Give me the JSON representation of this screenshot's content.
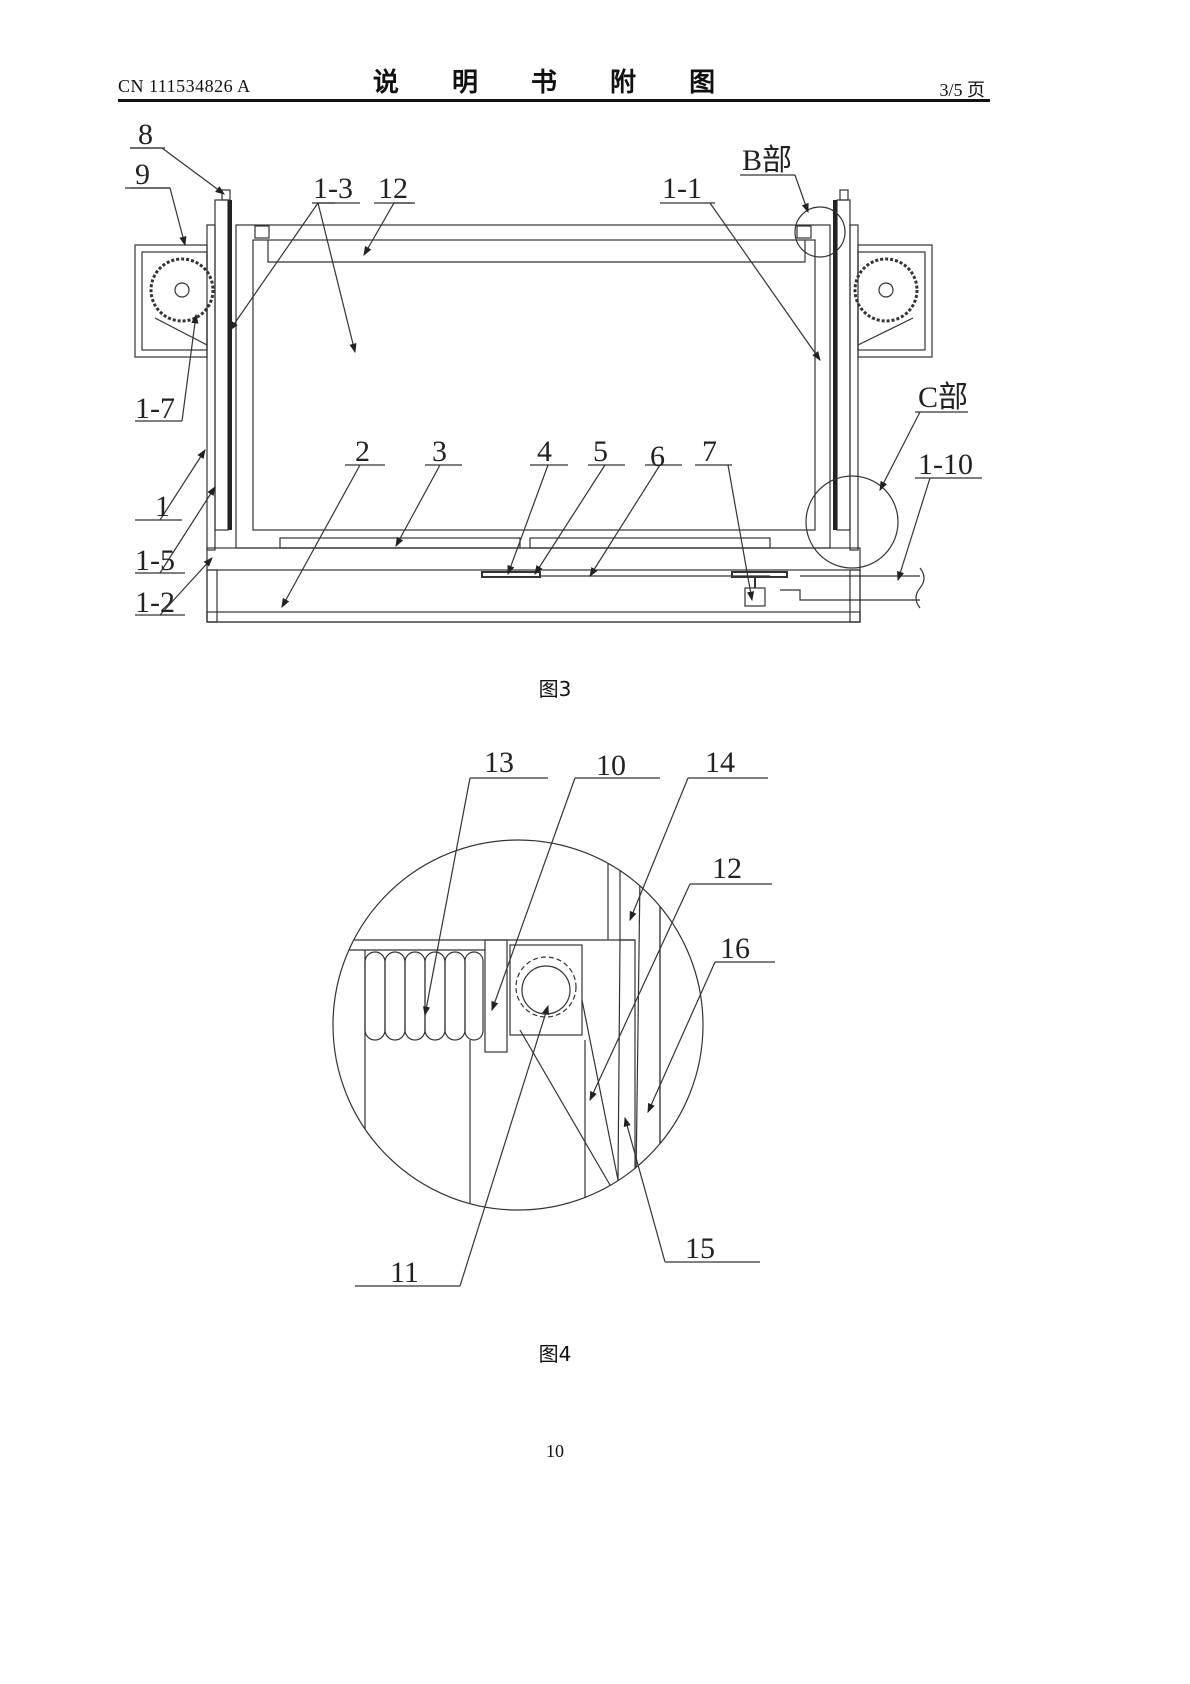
{
  "header": {
    "doc_number": "CN 111534826 A",
    "title": "说 明 书 附 图",
    "page": "3/5 页"
  },
  "figure3": {
    "caption": "图3",
    "labels": [
      "8",
      "9",
      "1-3",
      "12",
      "B部",
      "1-1",
      "1-7",
      "C部",
      "2",
      "3",
      "4",
      "5",
      "6",
      "7",
      "1-10",
      "1",
      "1-5",
      "1-2"
    ]
  },
  "figure4": {
    "caption": "图4",
    "labels": [
      "13",
      "10",
      "14",
      "12",
      "16",
      "11",
      "15"
    ]
  },
  "footer": {
    "page_number": "10"
  }
}
